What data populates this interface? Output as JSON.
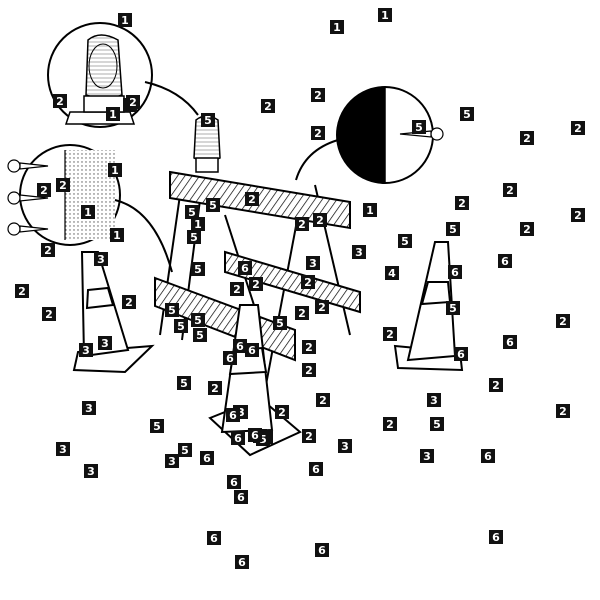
{
  "illustration": {
    "subject": "barricades-traffic-cones-warning-light",
    "insets": [
      "warning-light-detail",
      "screw-mounting-detail-left",
      "screw-mounting-detail-right"
    ]
  },
  "callouts": [
    {
      "label": "1"
    },
    {
      "label": "1"
    },
    {
      "label": "1"
    },
    {
      "label": "1"
    },
    {
      "label": "1"
    },
    {
      "label": "1"
    },
    {
      "label": "1"
    },
    {
      "label": "1"
    },
    {
      "label": "1"
    },
    {
      "label": "1"
    },
    {
      "label": "1"
    },
    {
      "label": "2"
    },
    {
      "label": "2"
    },
    {
      "label": "2"
    },
    {
      "label": "2"
    },
    {
      "label": "2"
    },
    {
      "label": "2"
    },
    {
      "label": "2"
    },
    {
      "label": "2"
    },
    {
      "label": "2"
    },
    {
      "label": "2"
    },
    {
      "label": "2"
    },
    {
      "label": "2"
    },
    {
      "label": "2"
    },
    {
      "label": "2"
    },
    {
      "label": "2"
    },
    {
      "label": "2"
    },
    {
      "label": "2"
    },
    {
      "label": "2"
    },
    {
      "label": "2"
    },
    {
      "label": "2"
    },
    {
      "label": "2"
    },
    {
      "label": "2"
    },
    {
      "label": "2"
    },
    {
      "label": "2"
    },
    {
      "label": "2"
    },
    {
      "label": "2"
    },
    {
      "label": "2"
    },
    {
      "label": "2"
    },
    {
      "label": "2"
    },
    {
      "label": "2"
    },
    {
      "label": "2"
    },
    {
      "label": "2"
    },
    {
      "label": "2"
    },
    {
      "label": "2"
    },
    {
      "label": "2"
    },
    {
      "label": "2"
    },
    {
      "label": "2"
    },
    {
      "label": "3"
    },
    {
      "label": "3"
    },
    {
      "label": "3"
    },
    {
      "label": "3"
    },
    {
      "label": "3"
    },
    {
      "label": "3"
    },
    {
      "label": "3"
    },
    {
      "label": "3"
    },
    {
      "label": "3"
    },
    {
      "label": "3"
    },
    {
      "label": "3"
    },
    {
      "label": "3"
    },
    {
      "label": "3"
    },
    {
      "label": "4"
    },
    {
      "label": "5"
    },
    {
      "label": "5"
    },
    {
      "label": "5"
    },
    {
      "label": "5"
    },
    {
      "label": "5"
    },
    {
      "label": "5"
    },
    {
      "label": "5"
    },
    {
      "label": "5"
    },
    {
      "label": "5"
    },
    {
      "label": "5"
    },
    {
      "label": "5"
    },
    {
      "label": "5"
    },
    {
      "label": "5"
    },
    {
      "label": "5"
    },
    {
      "label": "5"
    },
    {
      "label": "5"
    },
    {
      "label": "5"
    },
    {
      "label": "5"
    },
    {
      "label": "5"
    },
    {
      "label": "5"
    },
    {
      "label": "5"
    },
    {
      "label": "5"
    },
    {
      "label": "6"
    },
    {
      "label": "6"
    },
    {
      "label": "6"
    },
    {
      "label": "6"
    },
    {
      "label": "6"
    },
    {
      "label": "6"
    },
    {
      "label": "6"
    },
    {
      "label": "6"
    },
    {
      "label": "6"
    },
    {
      "label": "6"
    },
    {
      "label": "6"
    },
    {
      "label": "6"
    },
    {
      "label": "6"
    },
    {
      "label": "6"
    },
    {
      "label": "6"
    },
    {
      "label": "6"
    },
    {
      "label": "6"
    },
    {
      "label": "6"
    },
    {
      "label": "6"
    },
    {
      "label": "6"
    }
  ]
}
